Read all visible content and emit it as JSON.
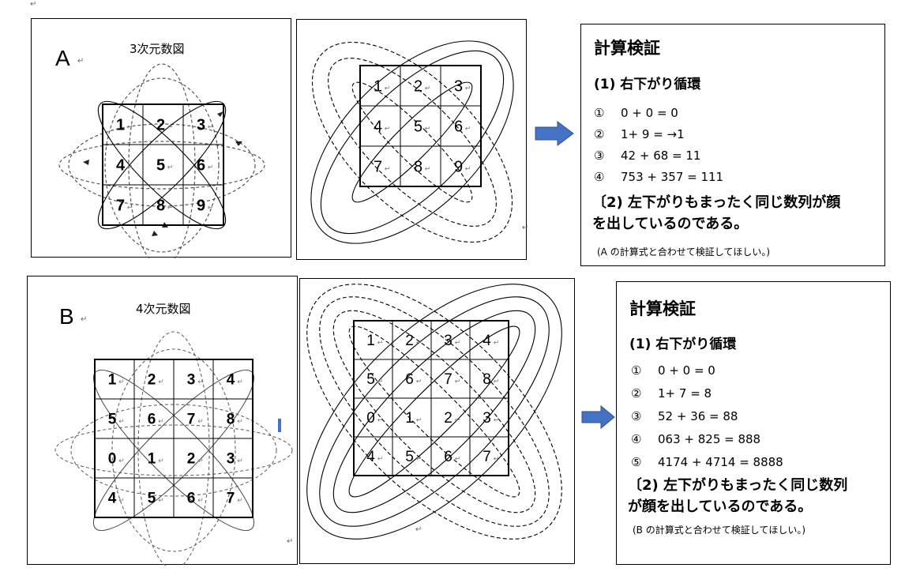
{
  "page_mark": "↵",
  "section_a": {
    "letter": "A",
    "subtitle": "3次元数図",
    "grid_left": [
      [
        "1",
        "2",
        "3"
      ],
      [
        "4",
        "5",
        "6"
      ],
      [
        "7",
        "8",
        "9"
      ]
    ],
    "grid_right": [
      [
        "1",
        "2",
        "3"
      ],
      [
        "4",
        "5",
        "6"
      ],
      [
        "7",
        "8",
        "9"
      ]
    ],
    "panel": {
      "title": "計算検証",
      "subheading": "(1) 右下がり循環",
      "rows": [
        {
          "num": "①",
          "expr": "0 + 0 = 0"
        },
        {
          "num": "②",
          "expr": "1+ 9 = →1"
        },
        {
          "num": "③",
          "expr": "42 + 68 = 11"
        },
        {
          "num": "④",
          "expr": "753 + 357 = 111"
        }
      ],
      "conclusion_line1": "〔2) 左下がりもまったく同じ数列が顔",
      "conclusion_line2": "を出しているのである。",
      "note": "(A の計算式と合わせて検証してほしい。)"
    }
  },
  "section_b": {
    "letter": "B",
    "subtitle": "4次元数図",
    "grid_left": [
      [
        "1",
        "2",
        "3",
        "4"
      ],
      [
        "5",
        "6",
        "7",
        "8"
      ],
      [
        "0",
        "1",
        "2",
        "3"
      ],
      [
        "4",
        "5",
        "6",
        "7"
      ]
    ],
    "grid_right": [
      [
        "1",
        "2",
        "3",
        "4"
      ],
      [
        "5",
        "6",
        "7",
        "8"
      ],
      [
        "0",
        "1",
        "2",
        "3"
      ],
      [
        "4",
        "5",
        "6",
        "7"
      ]
    ],
    "panel": {
      "title": "計算検証",
      "subheading": "(1) 右下がり循環",
      "rows": [
        {
          "num": "①",
          "expr": "0 + 0 = 0"
        },
        {
          "num": "②",
          "expr": "1+ 7 = 8"
        },
        {
          "num": "③",
          "expr": "52 + 36 = 88"
        },
        {
          "num": "④",
          "expr": "063 + 825 = 888"
        },
        {
          "num": "⑤",
          "expr": "4174 + 4714 = 8888"
        }
      ],
      "conclusion_line1": "〔2) 左下がりもまったく同じ数列",
      "conclusion_line2": "が顔を出しているのである。",
      "note": "(B の計算式と合わせて検証してほしい。)"
    }
  },
  "colors": {
    "arrow": "#4472c4",
    "line": "#000000",
    "dash": "#555555"
  }
}
